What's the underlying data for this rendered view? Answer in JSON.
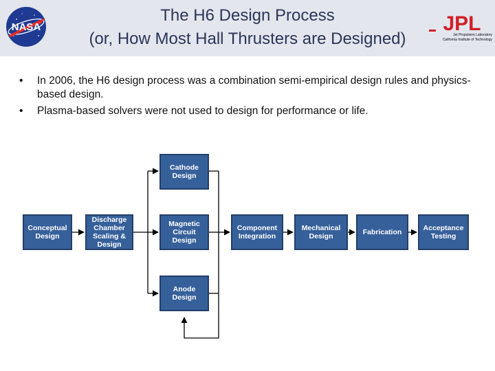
{
  "slide": {
    "title_line1": "The H6 Design Process",
    "title_line2": "(or, How Most Hall Thrusters are Designed)",
    "logos": {
      "nasa": {
        "text": "NASA",
        "icon": "nasa-meatball-logo"
      },
      "jpl": {
        "letters": "JPL",
        "line1": "Jet Propulsion Laboratory",
        "line2": "California Institute of Technology",
        "color": "#d21f26"
      }
    },
    "bullets": [
      "In 2006, the H6 design process was a combination semi-empirical design rules and physics-based design.",
      "Plasma-based solvers were not used to design for performance or life."
    ],
    "bullet_marker": "•"
  },
  "flowchart": {
    "box_color": "#36609a",
    "border_color": "#233e6a",
    "boxes": {
      "conceptual": "Conceptual\nDesign",
      "discharge": "Discharge\nChamber\nScaling &\nDesign",
      "cathode": "Cathode\nDesign",
      "magnetic": "Magnetic\nCircuit\nDesign",
      "anode": "Anode\nDesign",
      "component": "Component\nIntegration",
      "mechanical": "Mechanical\nDesign",
      "fabrication": "Fabrication",
      "acceptance": "Acceptance\nTesting"
    }
  }
}
